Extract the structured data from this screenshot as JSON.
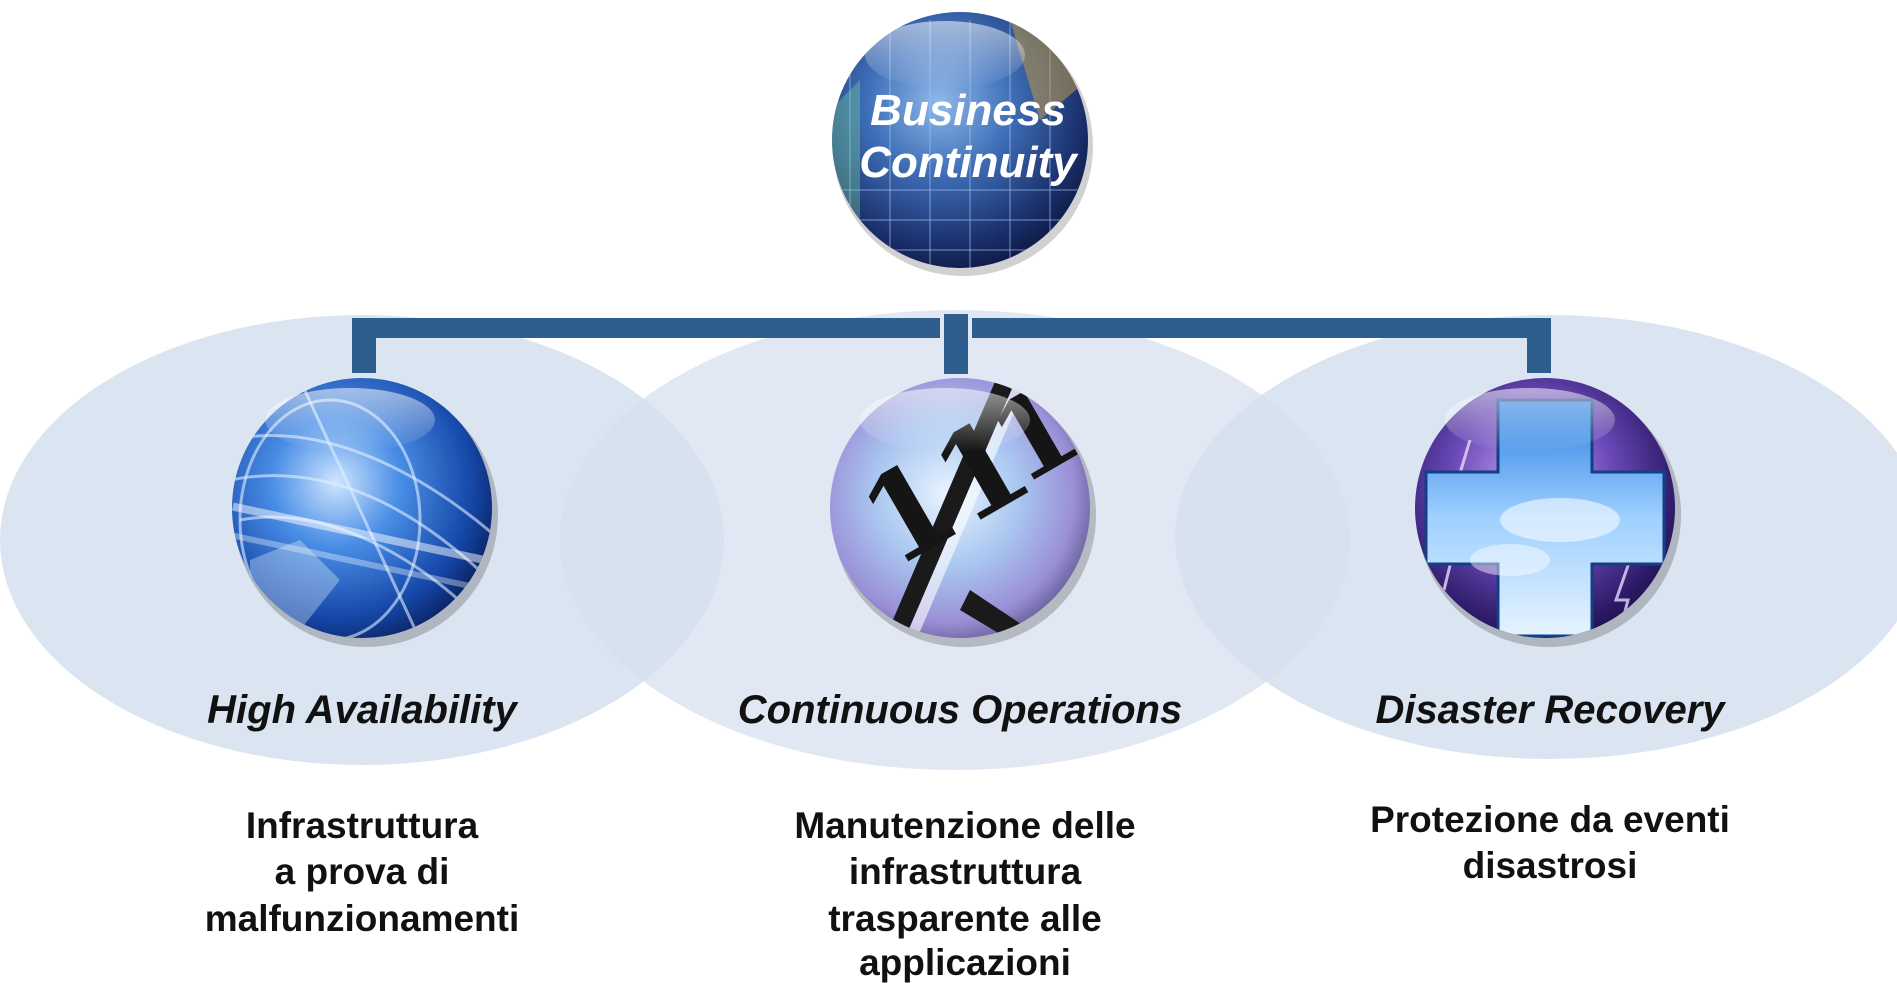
{
  "root": {
    "title_line1": "Business",
    "title_line2": "Continuity"
  },
  "pillars": [
    {
      "title": "High Availability",
      "desc_lines": [
        "Infrastruttura",
        "a prova di",
        "malfunzionamenti"
      ],
      "icon": "globe-network-icon"
    },
    {
      "title": "Continuous Operations",
      "desc_lines": [
        "Manutenzione delle",
        "infrastruttura",
        "trasparente alle",
        "applicazioni"
      ],
      "icon": "clock-icon"
    },
    {
      "title": "Disaster Recovery",
      "desc_lines": [
        "Protezione da eventi",
        "disastrosi"
      ],
      "icon": "medical-cross-storm-icon"
    }
  ],
  "colors": {
    "connector": "#2E5E8E",
    "ellipse_fill": "#D5DFEF",
    "title_text": "#111111",
    "root_text": "#FFFFFF"
  }
}
